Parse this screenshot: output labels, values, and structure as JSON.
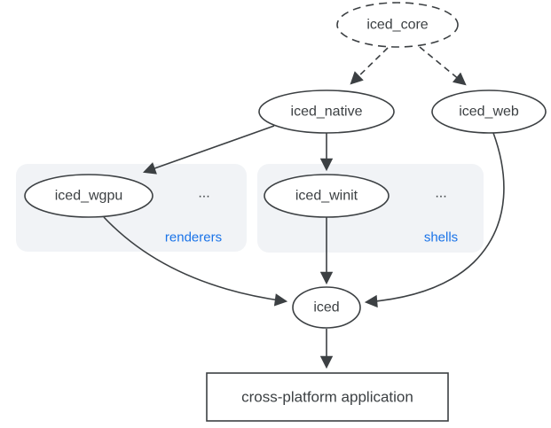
{
  "diagram": {
    "type": "dependency-graph",
    "nodes": {
      "iced_core": {
        "label": "iced_core",
        "shape": "ellipse",
        "border": "dashed"
      },
      "iced_native": {
        "label": "iced_native",
        "shape": "ellipse",
        "border": "solid"
      },
      "iced_web": {
        "label": "iced_web",
        "shape": "ellipse",
        "border": "solid"
      },
      "iced_wgpu": {
        "label": "iced_wgpu",
        "shape": "ellipse",
        "border": "solid"
      },
      "iced_winit": {
        "label": "iced_winit",
        "shape": "ellipse",
        "border": "solid"
      },
      "iced": {
        "label": "iced",
        "shape": "ellipse",
        "border": "solid"
      },
      "cross_platform_application": {
        "label": "cross-platform application",
        "shape": "rectangle",
        "border": "solid"
      }
    },
    "groups": {
      "renderers": {
        "label": "renderers",
        "ellipsis": "...",
        "members": [
          "iced_wgpu"
        ]
      },
      "shells": {
        "label": "shells",
        "ellipsis": "...",
        "members": [
          "iced_winit"
        ]
      }
    },
    "edges": [
      {
        "from": "iced_core",
        "to": "iced_native",
        "style": "dashed"
      },
      {
        "from": "iced_core",
        "to": "iced_web",
        "style": "dashed"
      },
      {
        "from": "iced_native",
        "to": "iced_wgpu",
        "style": "solid"
      },
      {
        "from": "iced_native",
        "to": "iced_winit",
        "style": "solid"
      },
      {
        "from": "iced_winit",
        "to": "iced",
        "style": "solid"
      },
      {
        "from": "iced_wgpu",
        "to": "iced",
        "style": "solid"
      },
      {
        "from": "iced_web",
        "to": "iced",
        "style": "solid"
      },
      {
        "from": "iced",
        "to": "cross_platform_application",
        "style": "solid"
      }
    ],
    "colors": {
      "stroke": "#3c4043",
      "text": "#3c4043",
      "group_label": "#1a73e8",
      "group_fill": "#f1f3f6",
      "background": "#ffffff"
    }
  }
}
